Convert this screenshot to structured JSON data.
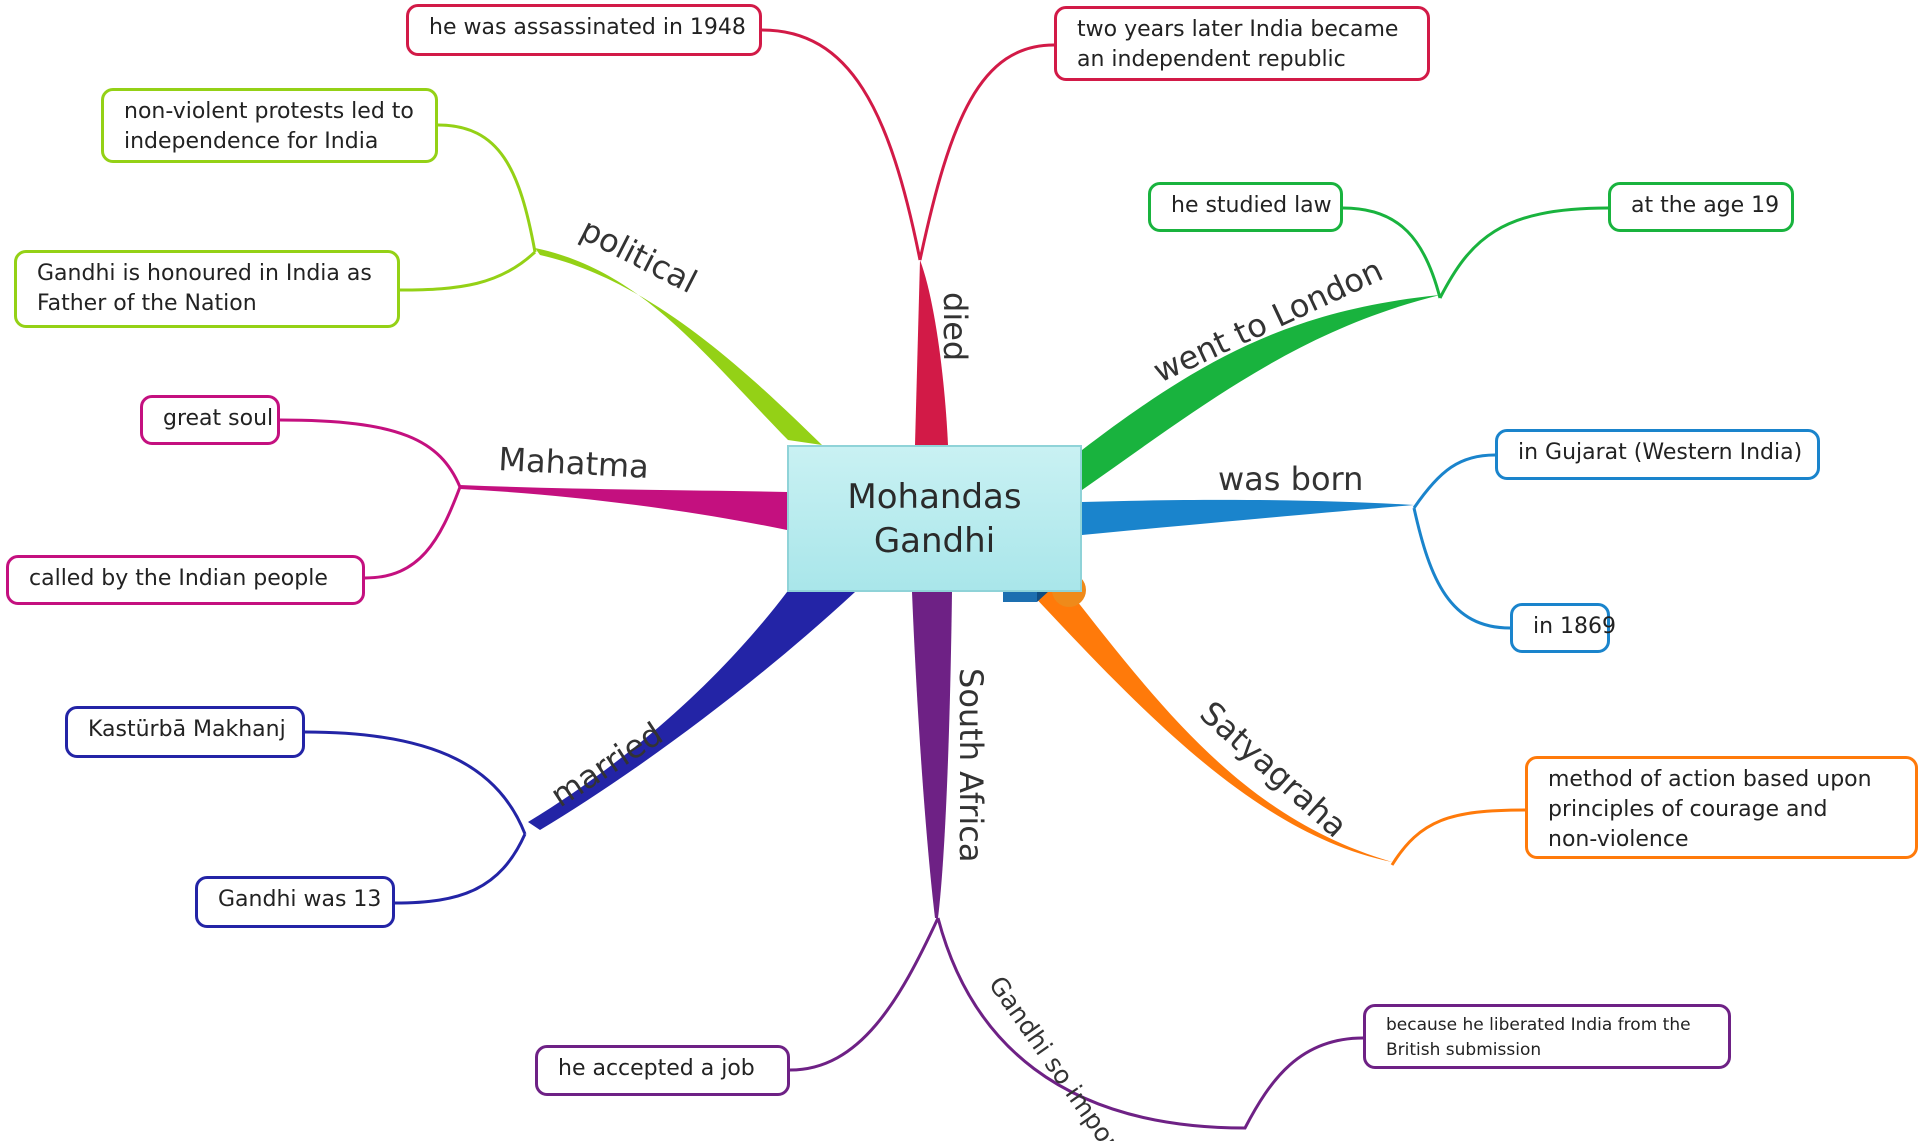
{
  "central": {
    "label": "Mohandas\nGandhi"
  },
  "colors": {
    "died": "#d21a47",
    "went_to_london": "#19b33e",
    "was_born": "#1a84cc",
    "satyagraha": "#ff7a0a",
    "south_africa": "#6e2185",
    "married": "#2324a6",
    "mahatma": "#c4107f",
    "political": "#94d116"
  },
  "branches": {
    "died": {
      "label": "died",
      "nodes": [
        "he was assassinated in 1948",
        "two years later India became\nan independent republic"
      ]
    },
    "went_to_london": {
      "label": "went to London",
      "nodes": [
        "he studied law",
        "at the age 19"
      ]
    },
    "was_born": {
      "label": "was born",
      "nodes": [
        "in Gujarat (Western India)",
        "in 1869"
      ]
    },
    "satyagraha": {
      "label": "Satyagraha",
      "nodes": [
        "method of action based upon\nprinciples of courage and\nnon-violence"
      ]
    },
    "south_africa": {
      "label": "South Africa",
      "sublabel": "Gandhi so important",
      "nodes": [
        "he accepted a job",
        "because he liberated India from the\nBritish submission"
      ]
    },
    "married": {
      "label": "married",
      "nodes": [
        "Kastürbā Makhanj",
        "Gandhi was 13"
      ]
    },
    "mahatma": {
      "label": "Mahatma",
      "nodes": [
        "great soul",
        "called by the Indian people"
      ]
    },
    "political": {
      "label": "political",
      "nodes": [
        "non-violent protests led to\nindependence for India",
        "Gandhi is honoured in India as\nFather of the Nation"
      ]
    }
  }
}
